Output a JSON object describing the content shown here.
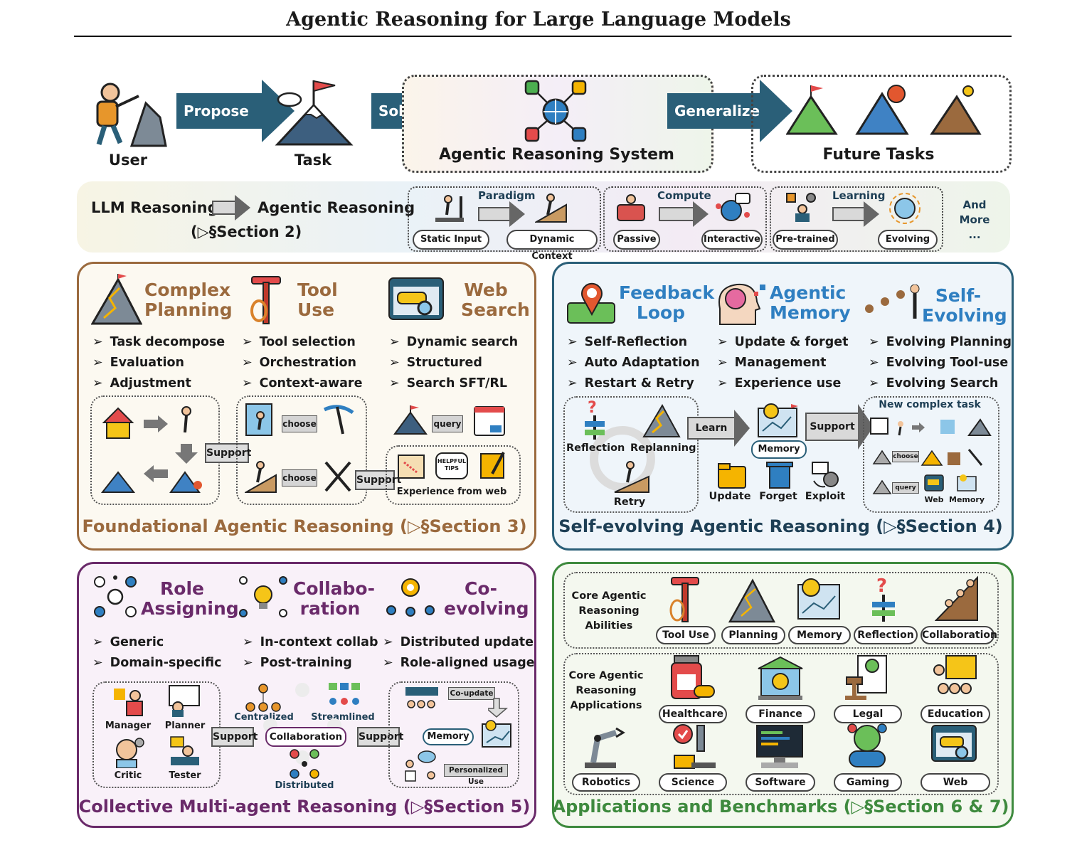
{
  "title": "Agentic Reasoning for Large Language Models",
  "header": {
    "user": "User",
    "propose": "Propose",
    "task": "Task",
    "solve": "Solve",
    "system": "Agentic Reasoning System",
    "generalize": "Generalize",
    "future": "Future Tasks"
  },
  "band": {
    "llm": "LLM Reasoning",
    "agentic": "Agentic Reasoning",
    "section": "(▷§Section 2)",
    "paradigm": "Paradigm",
    "static": "Static Input",
    "dynamic": "Dynamic Context",
    "compute": "Compute",
    "passive": "Passive",
    "interactive": "Interactive",
    "learning": "Learning",
    "pretrained": "Pre-trained",
    "evolving": "Evolving",
    "more1": "And",
    "more2": "More",
    "more3": "..."
  },
  "q1": {
    "h1a": "Complex",
    "h1b": "Planning",
    "h2a": "Tool",
    "h2b": "Use",
    "h3a": "Web",
    "h3b": "Search",
    "c1": [
      "Task decompose",
      "Evaluation",
      "Adjustment"
    ],
    "c2": [
      "Tool selection",
      "Orchestration",
      "Context-aware"
    ],
    "c3": [
      "Dynamic search",
      "Structured",
      "Search SFT/RL"
    ],
    "support": "Support",
    "choose": "choose",
    "query": "query",
    "tips": "HELPFUL TIPS",
    "experience": "Experience from web",
    "footer": "Foundational Agentic Reasoning (▷§Section 3)"
  },
  "q2": {
    "h1a": "Feedback",
    "h1b": "Loop",
    "h2a": "Agentic",
    "h2b": "Memory",
    "h3a": "Self-",
    "h3b": "Evolving",
    "c1": [
      "Self-Reflection",
      "Auto Adaptation",
      "Restart & Retry"
    ],
    "c2": [
      "Update & forget",
      "Management",
      "Experience use"
    ],
    "c3": [
      "Evolving Planning",
      "Evolving Tool-use",
      "Evolving Search"
    ],
    "reflection": "Reflection",
    "replanning": "Replanning",
    "retry": "Retry",
    "learn": "Learn",
    "memory": "Memory",
    "support": "Support",
    "update": "Update",
    "forget": "Forget",
    "exploit": "Exploit",
    "newtask": "New complex task",
    "choose": "choose",
    "query": "query",
    "web": "Web",
    "memory2": "Memory",
    "footer": "Self-evolving Agentic Reasoning (▷§Section 4)"
  },
  "q3": {
    "h1a": "Role",
    "h1b": "Assigning",
    "h2a": "Collabo-",
    "h2b": "ration",
    "h3a": "Co-",
    "h3b": "evolving",
    "c1": [
      "Generic",
      "Domain-specific"
    ],
    "c2": [
      "In-context collab",
      "Post-training"
    ],
    "c3": [
      "Distributed update",
      "Role-aligned usage"
    ],
    "manager": "Manager",
    "planner": "Planner",
    "critic": "Critic",
    "tester": "Tester",
    "support": "Support",
    "centralized": "Centralized",
    "streamlined": "Streamlined",
    "collaboration": "Collaboration",
    "distributed": "Distributed",
    "coupdate": "Co-update",
    "memory": "Memory",
    "personalized": "Personalized Use",
    "footer": "Collective Multi-agent Reasoning (▷§Section 5)"
  },
  "q4": {
    "abilities": [
      "Core Agentic",
      "Reasoning",
      "Abilities"
    ],
    "abilityItems": [
      "Tool Use",
      "Planning",
      "Memory",
      "Reflection",
      "Collaboration"
    ],
    "applications": [
      "Core Agentic",
      "Reasoning",
      "Applications"
    ],
    "appRow1": [
      "Healthcare",
      "Finance",
      "Legal",
      "Education"
    ],
    "appRow2": [
      "Robotics",
      "Science",
      "Software",
      "Gaming",
      "Web"
    ],
    "footer": "Applications and Benchmarks (▷§Section 6 & 7)"
  },
  "colors": {
    "arrowBlue": "#2a5f78",
    "q1Brown": "#9b6a3e",
    "q2Blue": "#2a5f78",
    "q3Purple": "#6a2a6a",
    "q4Green": "#3e8a3e"
  }
}
